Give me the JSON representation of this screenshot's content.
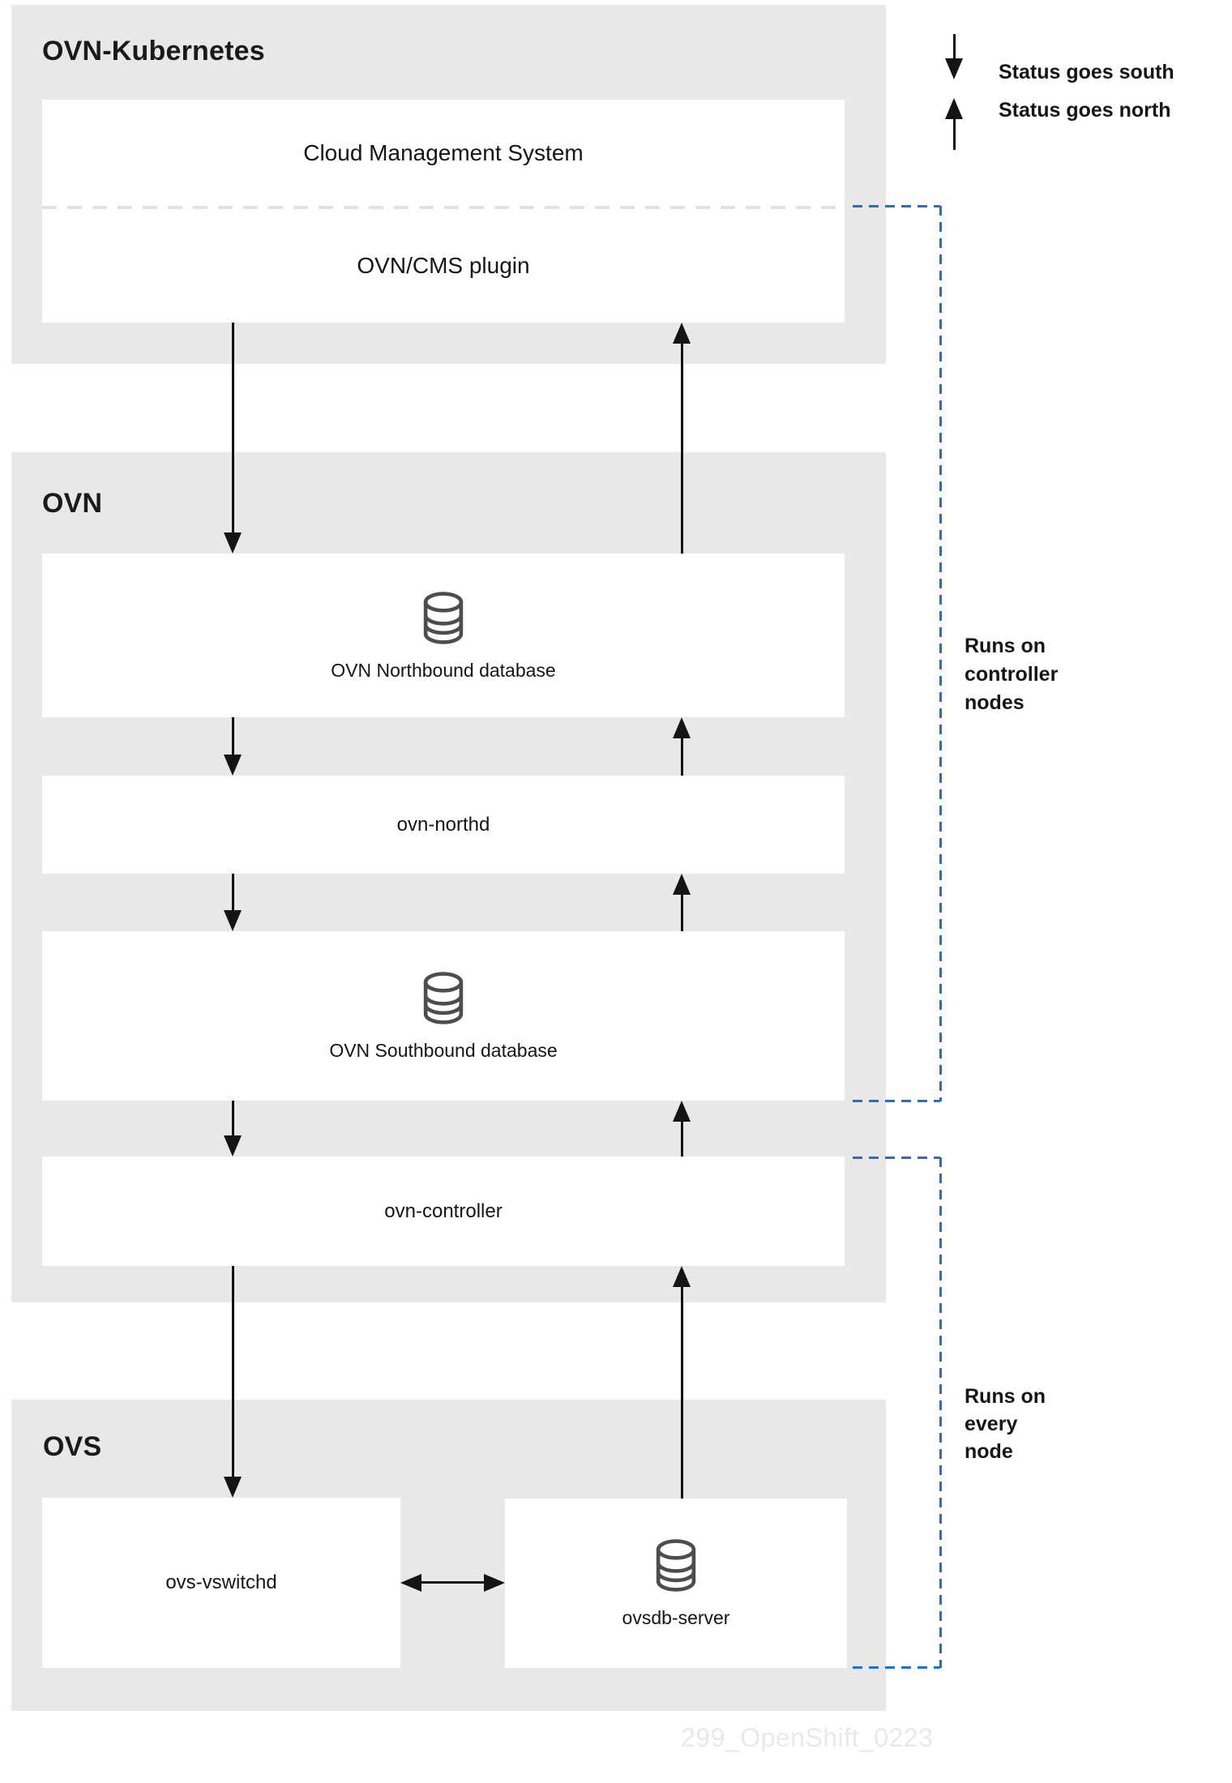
{
  "sections": {
    "ovn_kubernetes": {
      "label": "OVN-Kubernetes"
    },
    "ovn": {
      "label": "OVN"
    },
    "ovs": {
      "label": "OVS"
    }
  },
  "nodes": {
    "cms": {
      "label": "Cloud Management System"
    },
    "plugin": {
      "label": "OVN/CMS plugin"
    },
    "nb_db": {
      "label": "OVN Northbound database",
      "icon": "database-icon"
    },
    "northd": {
      "label": "ovn-northd"
    },
    "sb_db": {
      "label": "OVN Southbound database",
      "icon": "database-icon"
    },
    "controller": {
      "label": "ovn-controller"
    },
    "vswitchd": {
      "label": "ovs-vswitchd"
    },
    "ovsdb": {
      "label": "ovsdb-server",
      "icon": "database-icon"
    }
  },
  "legend": {
    "south_label": "Status goes south",
    "north_label": "Status goes north",
    "south_icon": "arrow-down-icon",
    "north_icon": "arrow-up-icon"
  },
  "annotations": {
    "controller_nodes": {
      "lines": [
        "Runs on",
        "controller",
        "nodes"
      ]
    },
    "every_node": {
      "lines": [
        "Runs on",
        "every",
        "node"
      ]
    }
  },
  "watermark": "299_OpenShift_0223",
  "colors": {
    "band_gray": "#e8e8e8",
    "divider_gray": "#e1e1e1",
    "arrow_black": "#141414",
    "accent_blue": "#2070d0",
    "icon_stroke": "#4d4d4d",
    "watermark_gray": "#e9e9e9"
  }
}
